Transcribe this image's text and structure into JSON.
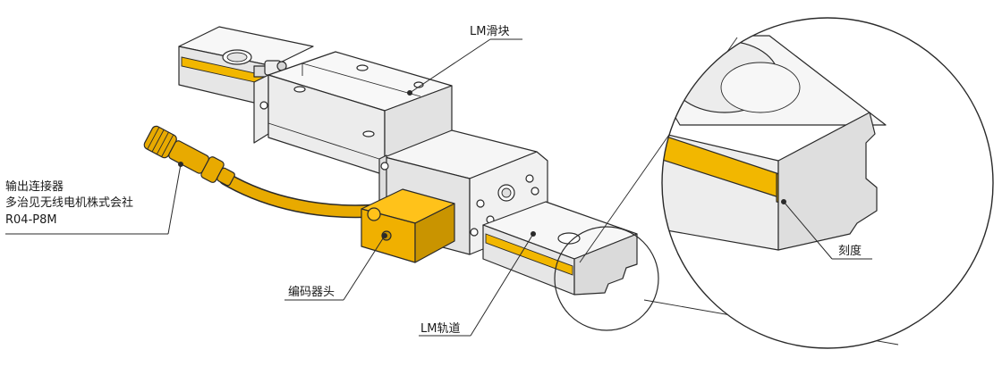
{
  "colors": {
    "scale": "#f2b700",
    "scale_dark": "#c99400",
    "connector": "#e8aa00",
    "encoder_front": "#f0b000",
    "encoder_top": "#ffc21a",
    "metal_light": "#f7f7f7",
    "metal_mid": "#e9e9e9",
    "metal_dark": "#d4d4d4",
    "line": "#2a2a2a"
  },
  "labels": {
    "lm_block": "LM滑块",
    "scale": "刻度",
    "connector": [
      "输出连接器",
      "多治见无线电机株式会社",
      "R04-P8M"
    ],
    "encoder_head": "编码器头",
    "lm_rail": "LM轨道"
  }
}
